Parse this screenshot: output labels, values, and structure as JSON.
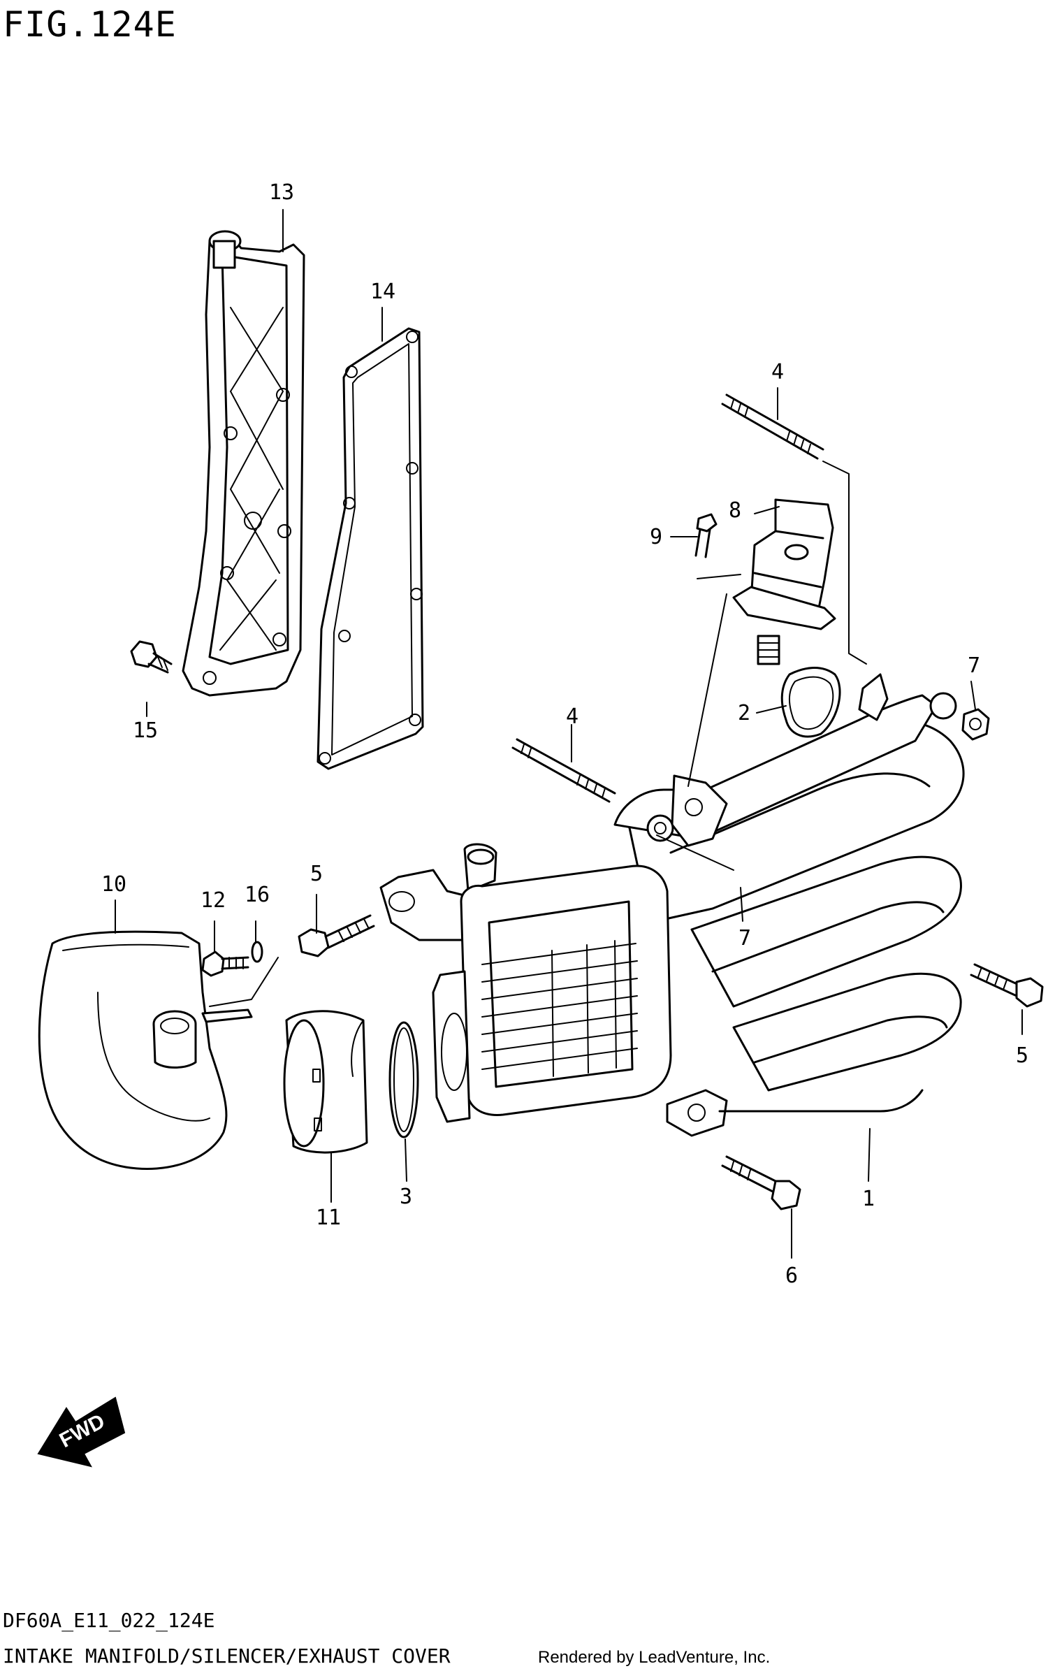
{
  "figure": {
    "title": "FIG.124E",
    "code": "DF60A_E11_022_124E",
    "description": "INTAKE MANIFOLD/SILENCER/EXHAUST COVER",
    "credit": "Rendered by LeadVenture, Inc.",
    "direction_label": "FWD"
  },
  "callouts": [
    {
      "id": "c1",
      "label": "1"
    },
    {
      "id": "c2",
      "label": "2"
    },
    {
      "id": "c3",
      "label": "3"
    },
    {
      "id": "c4a",
      "label": "4"
    },
    {
      "id": "c4b",
      "label": "4"
    },
    {
      "id": "c5a",
      "label": "5"
    },
    {
      "id": "c5b",
      "label": "5"
    },
    {
      "id": "c6",
      "label": "6"
    },
    {
      "id": "c7a",
      "label": "7"
    },
    {
      "id": "c7b",
      "label": "7"
    },
    {
      "id": "c8",
      "label": "8"
    },
    {
      "id": "c9",
      "label": "9"
    },
    {
      "id": "c10",
      "label": "10"
    },
    {
      "id": "c11",
      "label": "11"
    },
    {
      "id": "c12",
      "label": "12"
    },
    {
      "id": "c13",
      "label": "13"
    },
    {
      "id": "c14",
      "label": "14"
    },
    {
      "id": "c15",
      "label": "15"
    },
    {
      "id": "c16",
      "label": "16"
    }
  ]
}
